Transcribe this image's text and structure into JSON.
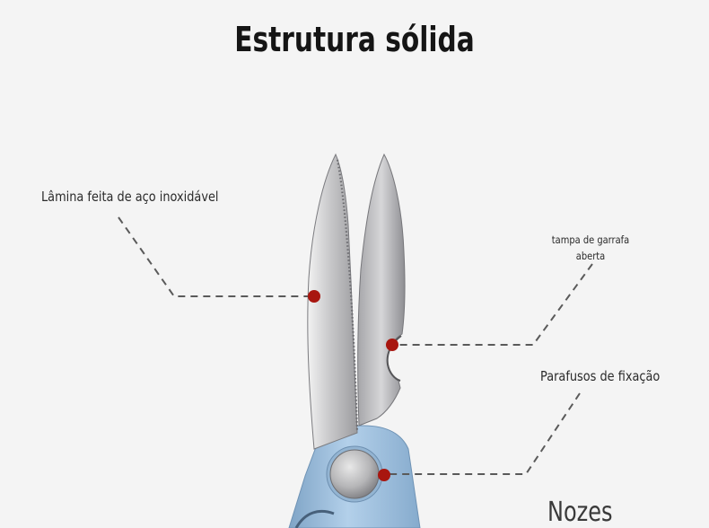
{
  "title": "Estrutura sólida",
  "callouts": {
    "blade": "Lâmina feita de aço inoxidável",
    "bottle_opener": "tampa de garrafa aberta",
    "screws": "Parafusos de fixação"
  },
  "footer_word": "Nozes",
  "colors": {
    "background": "#f4f4f4",
    "callout_dot": "#a8160f",
    "leader_line": "#5a5a5a",
    "handle": "#a9c8e4",
    "blade": "#c9c9cb"
  }
}
